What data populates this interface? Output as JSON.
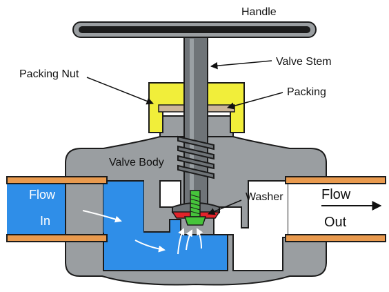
{
  "labels": {
    "handle": "Handle",
    "valve_stem": "Valve Stem",
    "packing_nut": "Packing Nut",
    "packing": "Packing",
    "valve_body": "Valve Body",
    "washer": "Washer",
    "flow_in_line1": "Flow",
    "flow_in_line2": "In",
    "flow_out_line1": "Flow",
    "flow_out_line2": "Out"
  },
  "colors": {
    "body": "#9a9ea1",
    "outline": "#1b1b1b",
    "water": "#2f8ee8",
    "pipe": "#e99a4e",
    "packing_nut": "#f1ee3a",
    "packing": "#cbb59a",
    "stem": "#6f7478",
    "washer": "#e3242b",
    "washer_screw": "#46c43b"
  }
}
